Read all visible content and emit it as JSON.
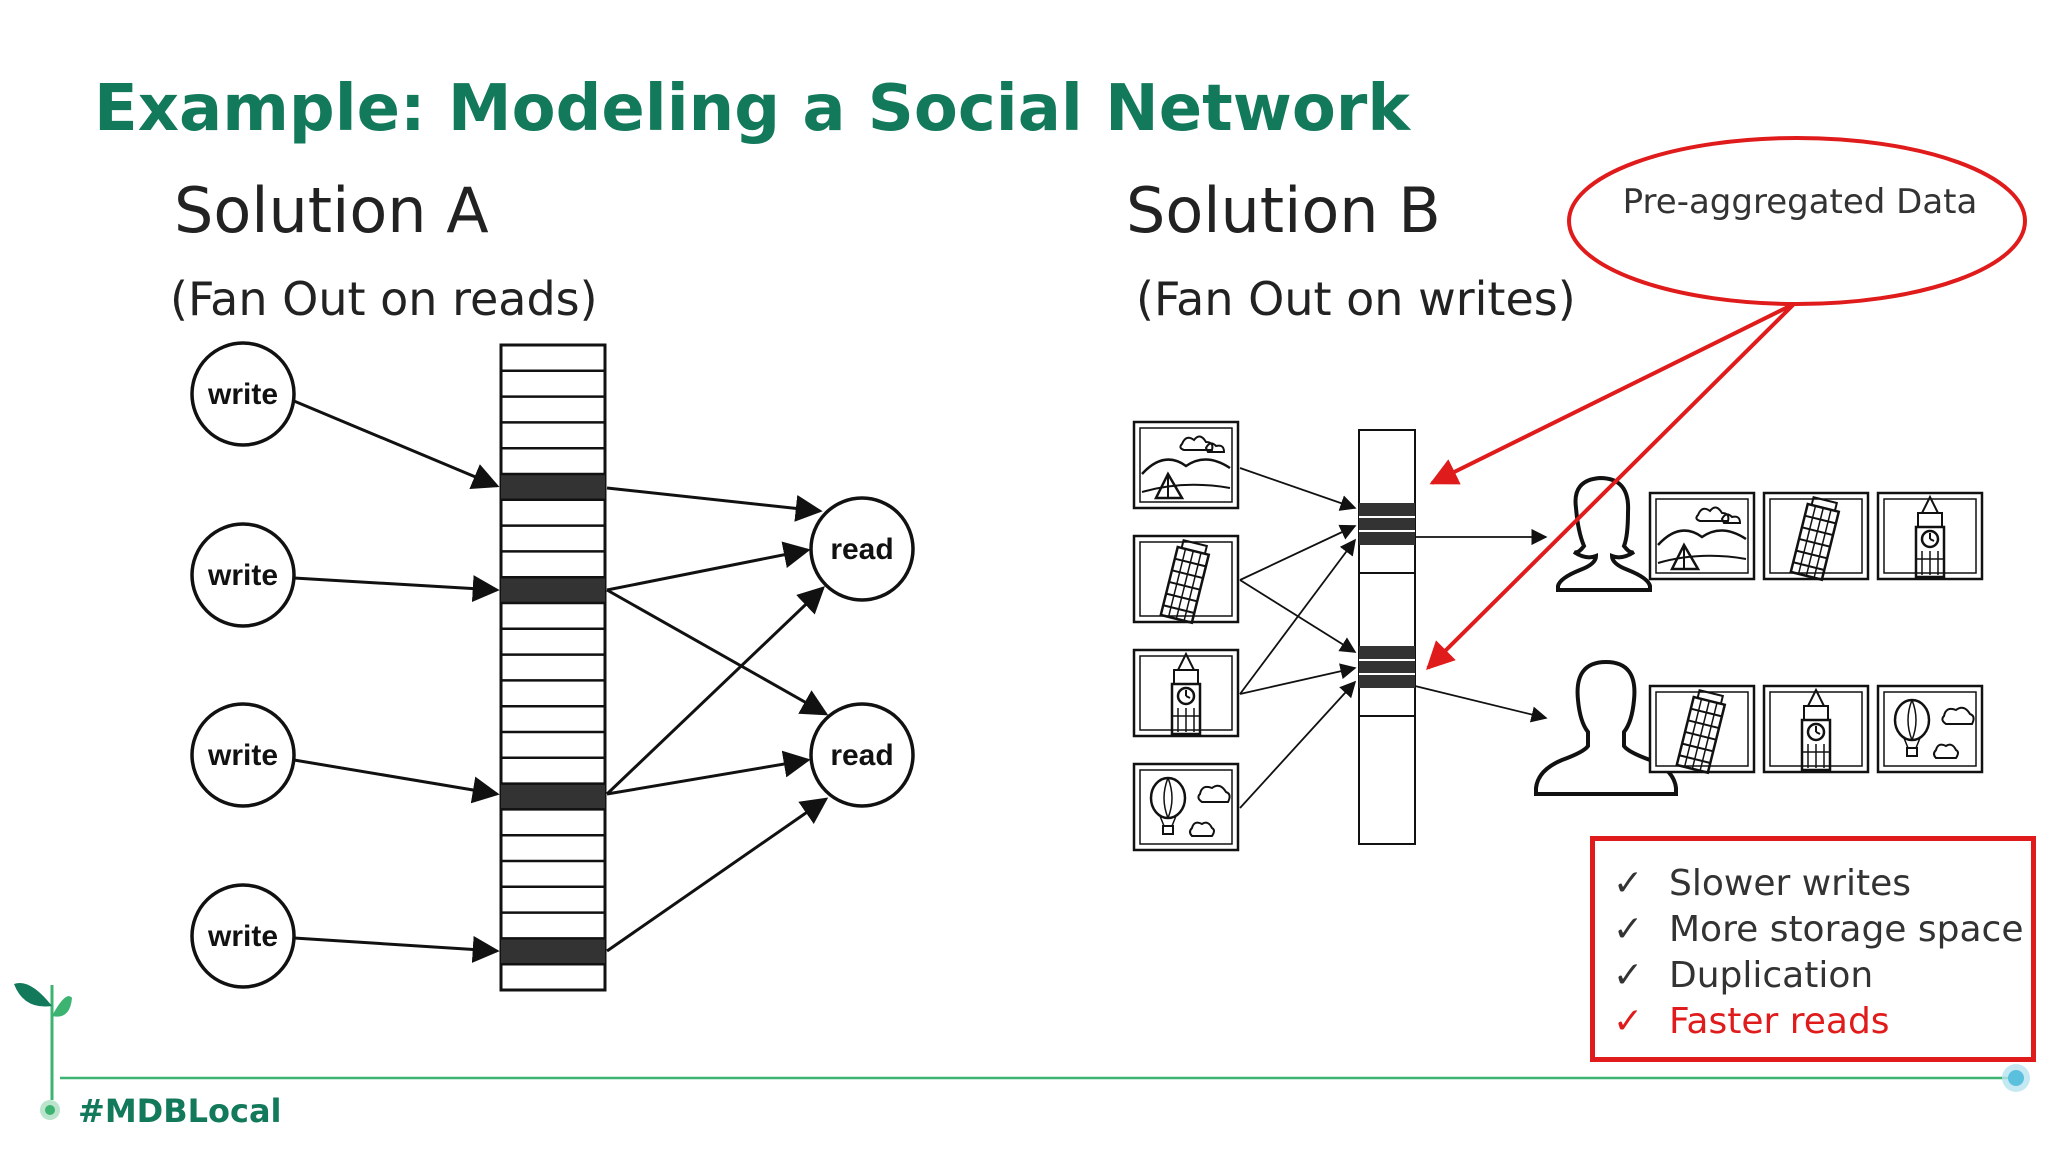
{
  "slide": {
    "title": "Example: Modeling a Social Network",
    "hashtag": "#MDBLocal"
  },
  "solution_a": {
    "heading": "Solution A",
    "subheading": "(Fan Out on reads)",
    "write_label": "write",
    "read_label": "read"
  },
  "solution_b": {
    "heading": "Solution B",
    "subheading": "(Fan Out on writes)",
    "callout": "Pre-aggregated Data"
  },
  "tradeoffs": [
    {
      "label": "Slower writes",
      "check": "✓"
    },
    {
      "label": "More storage space",
      "check": "✓"
    },
    {
      "label": "Duplication",
      "check": "✓"
    },
    {
      "label": "Faster reads",
      "check": "✓"
    }
  ],
  "colors": {
    "title": "#13795b",
    "highlight": "#e01b1b",
    "accent_line": "#3cb371",
    "text": "#222222"
  },
  "icons": {
    "photos": [
      "landscape-tent-photo-icon",
      "pisa-tower-photo-icon",
      "big-ben-photo-icon",
      "hot-air-balloon-photo-icon"
    ],
    "users": [
      "female-user-icon",
      "male-user-icon"
    ],
    "branding": "sprout-logo-icon"
  }
}
